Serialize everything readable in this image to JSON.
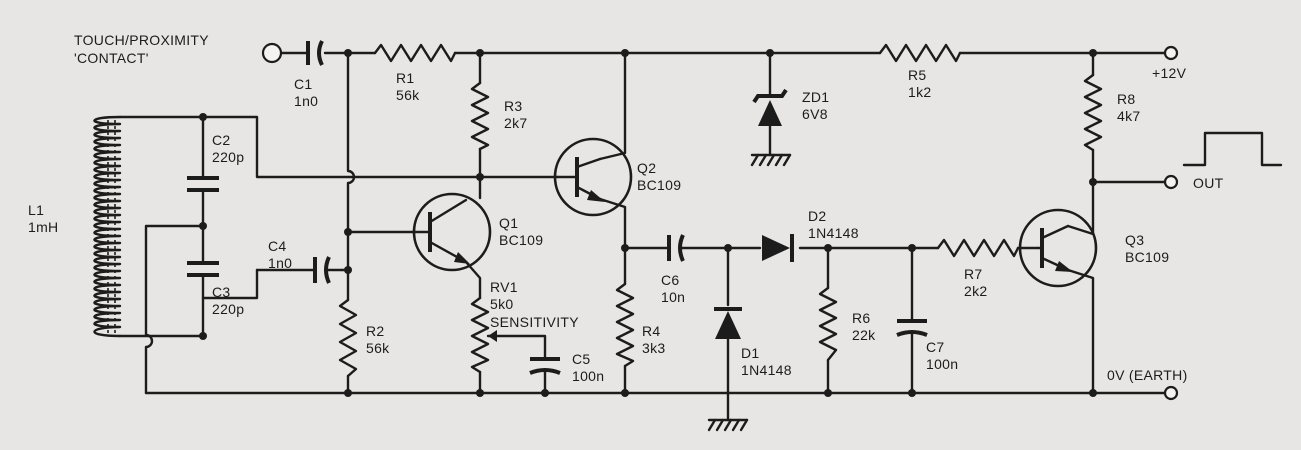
{
  "input": {
    "label_line1": "TOUCH/PROXIMITY",
    "label_line2": "'CONTACT'"
  },
  "components": {
    "C1": {
      "ref": "C1",
      "value": "1n0"
    },
    "R1": {
      "ref": "R1",
      "value": "56k"
    },
    "R3": {
      "ref": "R3",
      "value": "2k7"
    },
    "C2": {
      "ref": "C2",
      "value": "220p"
    },
    "C3": {
      "ref": "C3",
      "value": "220p"
    },
    "L1": {
      "ref": "L1",
      "value": "1mH"
    },
    "C4": {
      "ref": "C4",
      "value": "1n0"
    },
    "R2": {
      "ref": "R2",
      "value": "56k"
    },
    "Q1": {
      "ref": "Q1",
      "value": "BC109"
    },
    "Q2": {
      "ref": "Q2",
      "value": "BC109"
    },
    "RV1": {
      "ref": "RV1",
      "value": "5k0",
      "name": "SENSITIVITY"
    },
    "C5": {
      "ref": "C5",
      "value": "100n"
    },
    "R4": {
      "ref": "R4",
      "value": "3k3"
    },
    "C6": {
      "ref": "C6",
      "value": "10n"
    },
    "ZD1": {
      "ref": "ZD1",
      "value": "6V8"
    },
    "D1": {
      "ref": "D1",
      "value": "1N4148"
    },
    "D2": {
      "ref": "D2",
      "value": "1N4148"
    },
    "R6": {
      "ref": "R6",
      "value": "22k"
    },
    "C7": {
      "ref": "C7",
      "value": "100n"
    },
    "R5": {
      "ref": "R5",
      "value": "1k2"
    },
    "R7": {
      "ref": "R7",
      "value": "2k2"
    },
    "R8": {
      "ref": "R8",
      "value": "4k7"
    },
    "Q3": {
      "ref": "Q3",
      "value": "BC109"
    }
  },
  "terminals": {
    "supply": "+12V",
    "output": "OUT",
    "ground": "0V (EARTH)"
  },
  "colors": {
    "ink": "#1c1c1c",
    "paper": "#e8e6e4"
  }
}
